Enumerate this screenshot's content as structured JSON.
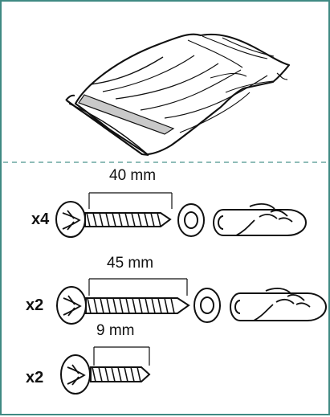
{
  "frame": {
    "border_color": "#3f8a83",
    "divider_color": "#6aa6a0",
    "bag_band_color": "#c9c9c9"
  },
  "parts": [
    {
      "quantity": "x4",
      "length_label": "40 mm",
      "items": [
        "screw-icon",
        "washer-icon",
        "wall-plug-icon"
      ]
    },
    {
      "quantity": "x2",
      "length_label": "45 mm",
      "items": [
        "screw-icon",
        "washer-icon",
        "wall-plug-icon"
      ]
    },
    {
      "quantity": "x2",
      "length_label": "9 mm",
      "items": [
        "screw-icon"
      ]
    }
  ]
}
